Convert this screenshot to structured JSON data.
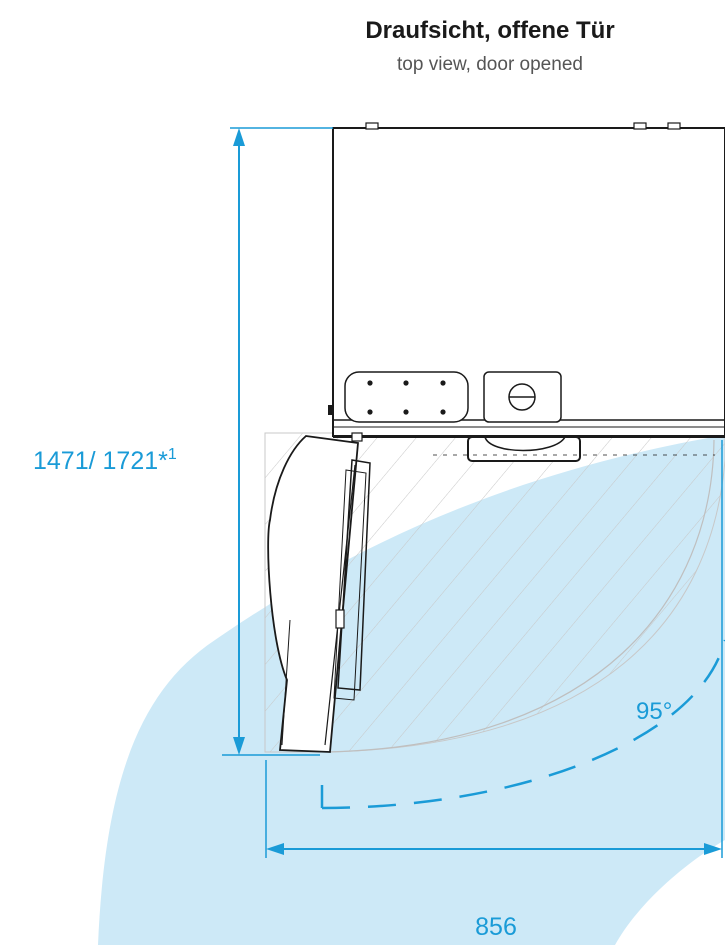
{
  "header": {
    "title": "Draufsicht, offene Tür",
    "subtitle": "top view, door opened"
  },
  "dimensions": {
    "depth": "1471/ 1721*",
    "depth_footnote": "1",
    "width": "856",
    "angle": "95°"
  },
  "colors": {
    "dimension": "#1a9bd7",
    "swing_area": "#cde9f7",
    "outline": "#1a1a1a",
    "hatch": "#c8c8c8"
  }
}
